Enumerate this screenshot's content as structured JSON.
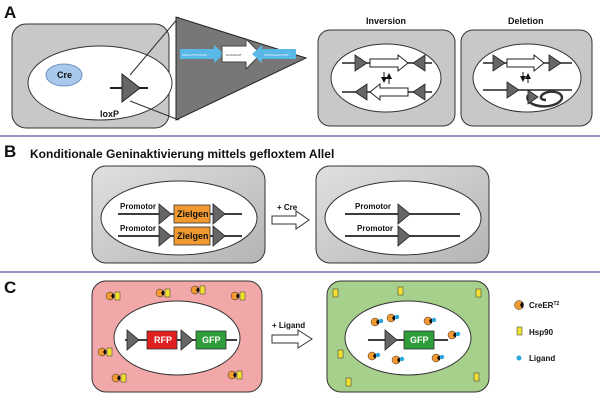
{
  "panels": {
    "a": {
      "letter": "A",
      "cre_label": "Cre",
      "loxp_label": "loxP",
      "seq_left": "ATAACTTCGTATA",
      "seq_mid": "GCATACAT",
      "seq_right": "TATACGAAGTTAT",
      "inversion_title": "Inversion",
      "deletion_title": "Deletion"
    },
    "b": {
      "letter": "B",
      "title": "Konditionale Geninaktivierung  mittels gefloxtem Allel",
      "promotor_1": "Promotor",
      "promotor_2": "Promotor",
      "zielgen_1": "Zielgen",
      "zielgen_2": "Zielgen",
      "arrow_label": "+ Cre",
      "promotor_3": "Promotor",
      "promotor_4": "Promotor"
    },
    "c": {
      "letter": "C",
      "rfp_label": "RFP",
      "gfp_label_left": "GFP",
      "arrow_label": "+ Ligand",
      "gfp_label_right": "GFP",
      "legend": {
        "creer": "CreER",
        "creer_sup": "T2",
        "hsp90": "Hsp90",
        "ligand": "Ligand"
      }
    }
  },
  "colors": {
    "cell_gray": "#c8c8c8",
    "cell_red": "#f2a8a8",
    "cell_green": "#a6d08c",
    "nucleus": "#ffffff",
    "triangle": "#666666",
    "cre": "#a8c8ec",
    "zielgen": "#f29a30",
    "rfp": "#e02020",
    "gfp": "#2e9e3a",
    "creer": "#f29a30",
    "hsp90": "#f2e030",
    "ligand": "#29a8e0",
    "divider": "#9a93c0"
  }
}
